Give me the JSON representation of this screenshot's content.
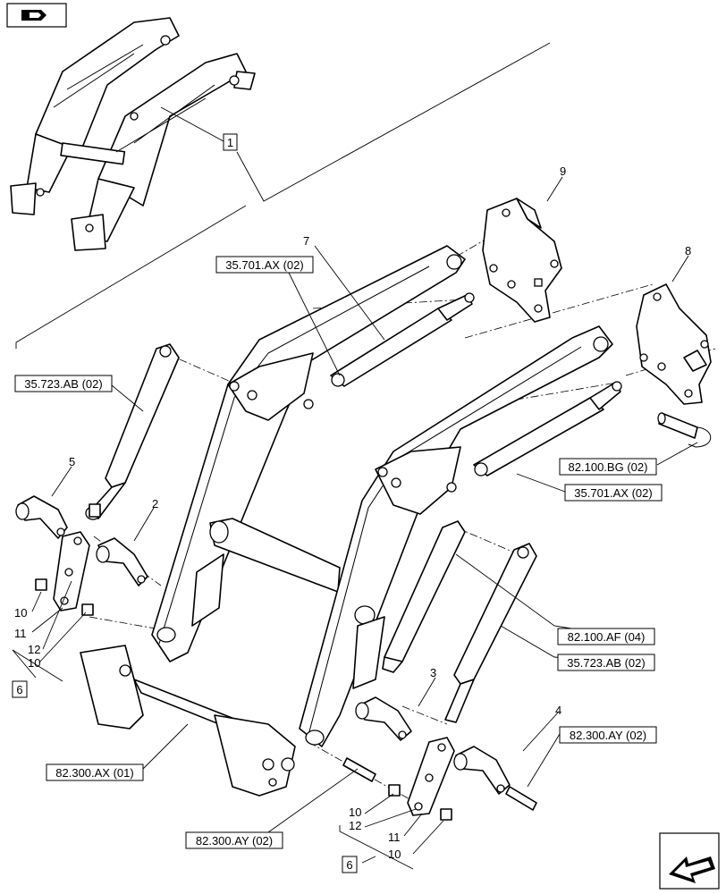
{
  "callouts": {
    "c1": "1",
    "c2": "2",
    "c3": "3",
    "c4": "4",
    "c5": "5",
    "c6a": "6",
    "c6b": "6",
    "c7": "7",
    "c8": "8",
    "c9": "9",
    "c10a": "10",
    "c10b": "10",
    "c10c": "10",
    "c10d": "10",
    "c11a": "11",
    "c11b": "11",
    "c12a": "12",
    "c12b": "12"
  },
  "refs": {
    "r_35701_ax_a": "35.701.AX (02)",
    "r_35723_ab_a": "35.723.AB (02)",
    "r_82100_bg": "82.100.BG (02)",
    "r_35701_ax_b": "35.701.AX (02)",
    "r_82100_af": "82.100.AF (04)",
    "r_35723_ab_b": "35.723.AB (02)",
    "r_82300_ax": "82.300.AX (01)",
    "r_82300_ay_a": "82.300.AY (02)",
    "r_82300_ay_b": "82.300.AY (02)"
  },
  "icons": {
    "top_left": "section-overview-icon",
    "bottom_right": "next-page-arrow-icon"
  }
}
